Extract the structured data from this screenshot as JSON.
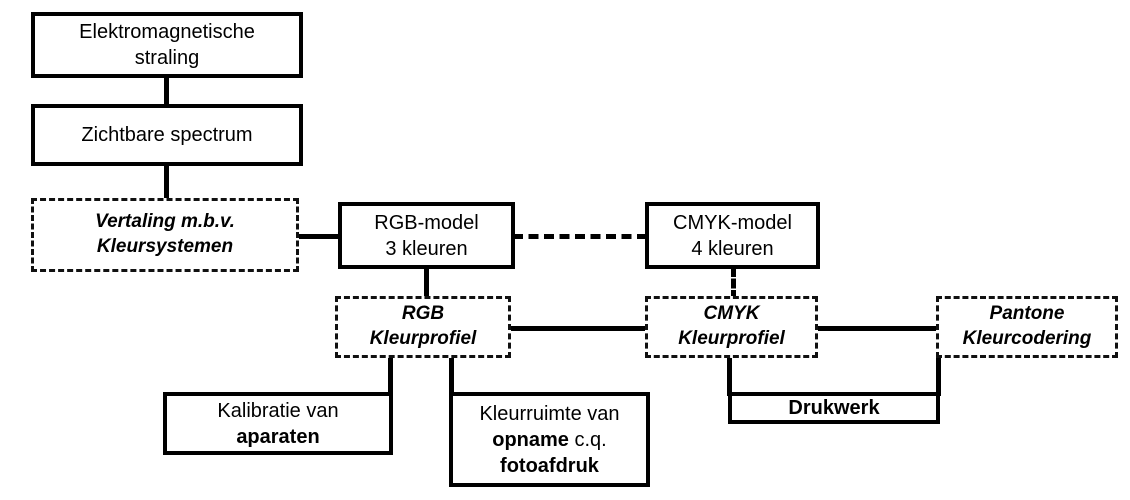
{
  "diagram": {
    "title": "Kleursystemen en kleurprofielen schema",
    "type": "flowchart",
    "language": "nl",
    "colors": {
      "line": "#000000",
      "background": "#ffffff",
      "text": "#000000"
    },
    "nodes": [
      {
        "id": "elektromagnetische-straling",
        "style": "solid",
        "lines": [
          "Elektromagnetische",
          "straling"
        ]
      },
      {
        "id": "zichtbare-spectrum",
        "style": "solid",
        "lines": [
          "Zichtbare spectrum"
        ]
      },
      {
        "id": "vertaling-kleursystemen",
        "style": "dashed-italic",
        "lines": [
          "Vertaling m.b.v.",
          "Kleursystemen"
        ]
      },
      {
        "id": "rgb-model",
        "style": "solid",
        "lines": [
          "RGB-model",
          "3 kleuren"
        ]
      },
      {
        "id": "cmyk-model",
        "style": "solid",
        "lines": [
          "CMYK-model",
          "4 kleuren"
        ]
      },
      {
        "id": "rgb-kleurprofiel",
        "style": "dashed-italic",
        "lines": [
          "RGB",
          "Kleurprofiel"
        ]
      },
      {
        "id": "cmyk-kleurprofiel",
        "style": "dashed-italic",
        "lines": [
          "CMYK",
          "Kleurprofiel"
        ]
      },
      {
        "id": "pantone-kleurcodering",
        "style": "dashed-italic",
        "lines": [
          "Pantone",
          "Kleurcodering"
        ]
      },
      {
        "id": "kalibratie-aparaten",
        "style": "solid",
        "lines": [
          "Kalibratie van",
          "aparaten"
        ]
      },
      {
        "id": "kleurruimte-opname",
        "style": "solid",
        "lines": [
          "Kleurruimte van",
          "opname c.q.",
          "fotoafdruk"
        ]
      },
      {
        "id": "drukwerk",
        "style": "solid",
        "lines": [
          "Drukwerk"
        ]
      }
    ]
  },
  "labels": {
    "elektromagnetische_straling_l1": "Elektromagnetische",
    "elektromagnetische_straling_l2": "straling",
    "zichtbare_spectrum": "Zichtbare spectrum",
    "vertaling_l1": "Vertaling m.b.v.",
    "vertaling_l2": "Kleursystemen",
    "rgb_model_l1": "RGB-model",
    "rgb_model_l2": "3 kleuren",
    "cmyk_model_l1": "CMYK-model",
    "cmyk_model_l2": "4 kleuren",
    "rgb_profiel_l1": "RGB",
    "rgb_profiel_l2": "Kleurprofiel",
    "cmyk_profiel_l1": "CMYK",
    "cmyk_profiel_l2": "Kleurprofiel",
    "pantone_l1": "Pantone",
    "pantone_l2": "Kleurcodering",
    "kalibratie_l1": "Kalibratie van",
    "kalibratie_l2": "aparaten",
    "kleurruimte_l1": "Kleurruimte van",
    "kleurruimte_l2a": "opname",
    "kleurruimte_l2b": "c.q.",
    "kleurruimte_l3": "fotoafdruk",
    "drukwerk": "Drukwerk"
  }
}
